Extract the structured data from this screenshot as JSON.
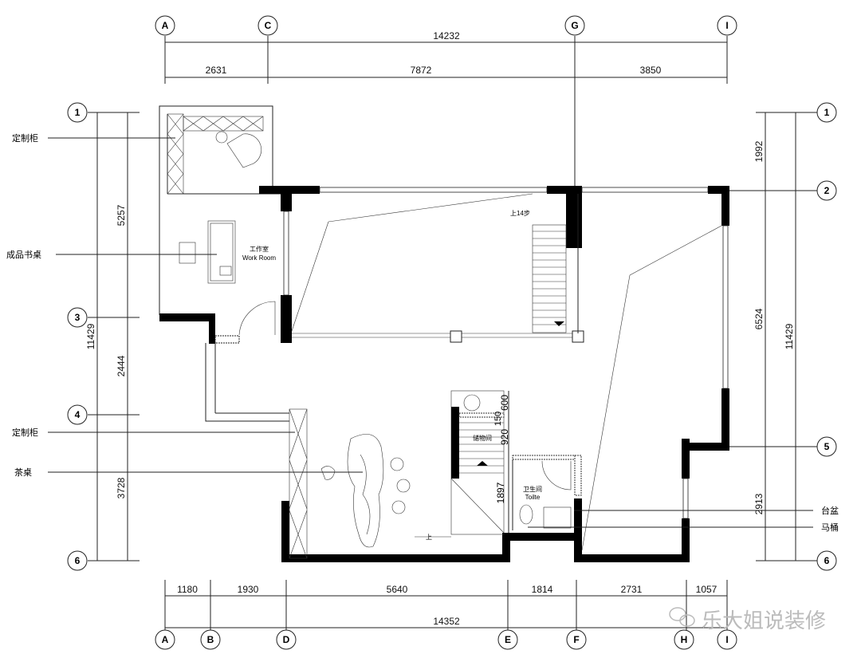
{
  "axes_top": [
    "A",
    "C",
    "G",
    "I"
  ],
  "axes_bottom": [
    "A",
    "B",
    "D",
    "E",
    "F",
    "H",
    "I"
  ],
  "axes_left": [
    "1",
    "3",
    "4",
    "6"
  ],
  "axes_right": [
    "1",
    "2",
    "5",
    "6"
  ],
  "dims_top": {
    "total": "14232",
    "parts": [
      "2631",
      "7872",
      "3850"
    ]
  },
  "dims_bottom": {
    "total": "14352",
    "parts": [
      "1180",
      "1930",
      "5640",
      "1814",
      "2731",
      "1057"
    ]
  },
  "dims_left": {
    "total": "11429",
    "parts": [
      "5257",
      "2444",
      "3728"
    ]
  },
  "dims_right": {
    "total": "11429",
    "parts": [
      "1992",
      "6524",
      "2913"
    ]
  },
  "callouts_left": [
    "定制柜",
    "成品书桌",
    "定制柜",
    "茶桌"
  ],
  "callouts_right": [
    "台盆",
    "马桶"
  ],
  "rooms": {
    "work_cn": "工作室",
    "work_en": "Work Room",
    "toilet_cn": "卫生间",
    "toilet_en": "Toilte",
    "storage_cn": "储物间",
    "stair_up": "上14步",
    "up": "上"
  },
  "small_dims": [
    "600",
    "150",
    "920",
    "1897"
  ],
  "watermark": "乐大姐说装修"
}
